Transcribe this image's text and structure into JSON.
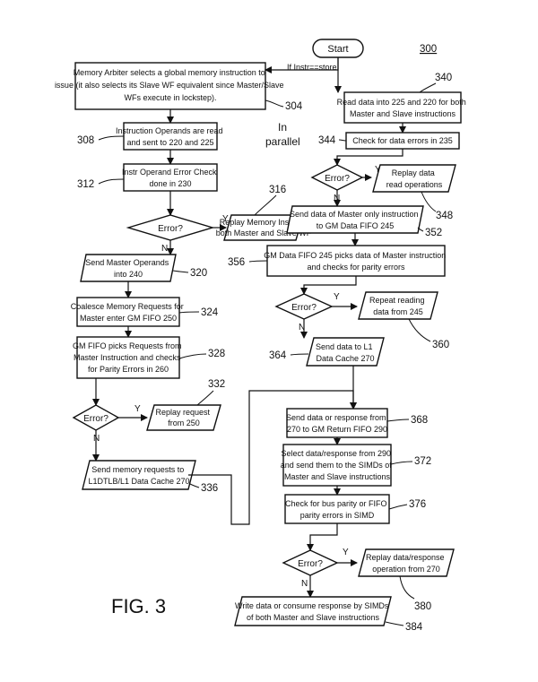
{
  "figure_number": "300",
  "figure_caption": "FIG. 3",
  "parallel_note": [
    "In",
    "parallel"
  ],
  "start": {
    "label": "Start",
    "condition": "If Instr==store"
  },
  "left": {
    "n304": {
      "lines": [
        "Memory Arbiter selects a global memory instruction to",
        "issue (it also selects its Slave WF equivalent since Master/Slave",
        "WFs execute in lockstep)."
      ],
      "ref": "304"
    },
    "n308": {
      "lines": [
        "Instruction Operands are read",
        "and sent to 220 and 225"
      ],
      "ref": "308"
    },
    "n312": {
      "lines": [
        "Instr Operand Error Check",
        "done in 230"
      ],
      "ref": "312"
    },
    "d1": {
      "text": "Error?",
      "yes": "Y",
      "no": "N"
    },
    "n316": {
      "lines": [
        "Replay Memory Instr for",
        "both Master and Slave WF"
      ],
      "ref": "316"
    },
    "n320": {
      "lines": [
        "Send Master Operands",
        "into 240"
      ],
      "ref": "320"
    },
    "n324": {
      "lines": [
        "Coalesce Memory Requests for",
        "Master enter GM FIFO 250"
      ],
      "ref": "324"
    },
    "n328": {
      "lines": [
        "GM FIFO picks Requests from",
        "Master Instruction and checks",
        "for Parity Errors in 260"
      ],
      "ref": "328"
    },
    "d2": {
      "text": "Error?",
      "yes": "Y",
      "no": "N"
    },
    "n332": {
      "lines": [
        "Replay request",
        "from 250"
      ],
      "ref": "332"
    },
    "n336": {
      "lines": [
        "Send memory requests to",
        "L1DTLB/L1 Data Cache 270"
      ],
      "ref": "336"
    }
  },
  "right": {
    "n340": {
      "lines": [
        "Read data into 225 and 220 for both",
        "Master and Slave instructions"
      ],
      "ref": "340"
    },
    "n344": {
      "lines": [
        "Check for data errors in 235"
      ],
      "ref": "344"
    },
    "d3": {
      "text": "Error?",
      "yes": "Y",
      "no": "N"
    },
    "n348": {
      "lines": [
        "Replay data",
        "read operations"
      ],
      "ref": "348"
    },
    "n352": {
      "lines": [
        "Send data of Master only instruction",
        "to GM Data FIFO 245"
      ],
      "ref": "352"
    },
    "n356": {
      "lines": [
        "GM Data FIFO 245 picks data of Master instruction",
        "and checks for parity errors"
      ],
      "ref": "356"
    },
    "d4": {
      "text": "Error?",
      "yes": "Y",
      "no": "N"
    },
    "n360": {
      "lines": [
        "Repeat reading",
        "data from 245"
      ],
      "ref": "360"
    },
    "n364": {
      "lines": [
        "Send data to L1",
        "Data Cache 270"
      ],
      "ref": "364"
    },
    "n368": {
      "lines": [
        "Send data or response from",
        "270 to GM Return FIFO 290"
      ],
      "ref": "368"
    },
    "n372": {
      "lines": [
        "Select data/response from 290",
        "and send them to the SIMDs of",
        "Master and Slave instructions"
      ],
      "ref": "372"
    },
    "n376": {
      "lines": [
        "Check for bus parity or FIFO",
        "parity errors in SIMD"
      ],
      "ref": "376"
    },
    "d5": {
      "text": "Error?",
      "yes": "Y",
      "no": "N"
    },
    "n380": {
      "lines": [
        "Replay data/response",
        "operation from 270"
      ],
      "ref": "380"
    },
    "n384": {
      "lines": [
        "Write data or consume response by SIMDs",
        "of both Master and Slave instructions"
      ],
      "ref": "384"
    }
  }
}
